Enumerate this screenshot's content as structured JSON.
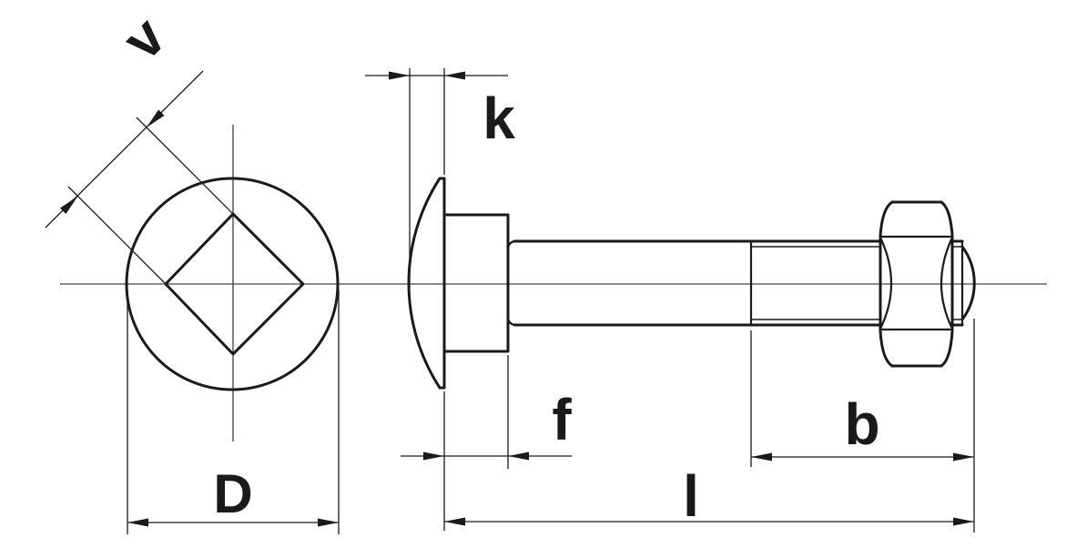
{
  "drawing": {
    "colors": {
      "line": "#1a1a1a",
      "background": "#ffffff"
    },
    "labels": {
      "v": "v",
      "k": "k",
      "D": "D",
      "f": "f",
      "b": "b",
      "l": "l"
    }
  }
}
